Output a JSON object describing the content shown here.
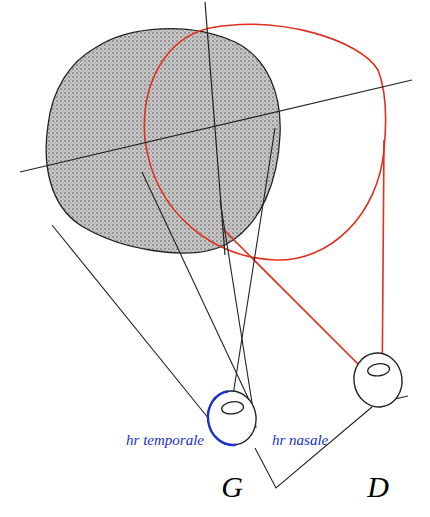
{
  "diagram": {
    "labels": [
      "hr temporale",
      "hr nasale",
      "G",
      "D"
    ]
  }
}
